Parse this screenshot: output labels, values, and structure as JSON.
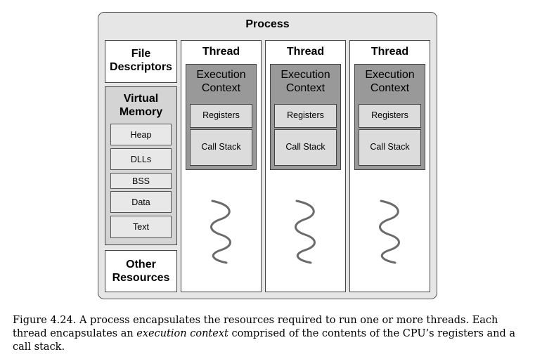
{
  "process": {
    "title": "Process"
  },
  "left_column": {
    "file_descriptors": [
      "File",
      "Descriptors"
    ],
    "virtual_memory": {
      "title": [
        "Virtual",
        "Memory"
      ],
      "items": [
        "Heap",
        "DLLs",
        "BSS",
        "Data",
        "Text"
      ]
    },
    "other_resources": [
      "Other",
      "Resources"
    ]
  },
  "threads": [
    {
      "title": "Thread",
      "context": [
        "Execution",
        "Context"
      ],
      "registers": "Registers",
      "stack": "Call Stack"
    },
    {
      "title": "Thread",
      "context": [
        "Execution",
        "Context"
      ],
      "registers": "Registers",
      "stack": "Call Stack"
    },
    {
      "title": "Thread",
      "context": [
        "Execution",
        "Context"
      ],
      "registers": "Registers",
      "stack": "Call Stack"
    }
  ],
  "caption": {
    "prefix": "Figure 4.24.  A process encapsulates the resources required to run one or more threads.  Each thread encapsulates an ",
    "emphasis": "execution context",
    "suffix": " comprised of the contents of the CPU’s registers and a call stack."
  }
}
